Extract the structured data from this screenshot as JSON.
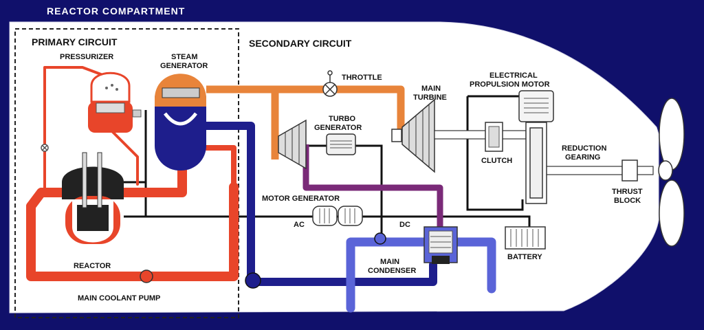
{
  "header": {
    "compartment_title": "REACTOR COMPARTMENT"
  },
  "sections": {
    "primary_title": "PRIMARY CIRCUIT",
    "secondary_title": "SECONDARY CIRCUIT"
  },
  "labels": {
    "pressurizer": "PRESSURIZER",
    "steam_line1": "STEAM",
    "steam_line2": "GENERATOR",
    "throttle": "THROTTLE",
    "main_turbine_line1": "MAIN",
    "main_turbine_line2": "TURBINE",
    "epm_line1": "ELECTRICAL",
    "epm_line2": "PROPULSION MOTOR",
    "turbo_line1": "TURBO",
    "turbo_line2": "GENERATOR",
    "clutch": "CLUTCH",
    "reduction_line1": "REDUCTION",
    "reduction_line2": "GEARING",
    "thrust_line1": "THRUST",
    "thrust_line2": "BLOCK",
    "motor_generator": "MOTOR GENERATOR",
    "ac": "AC",
    "dc": "DC",
    "reactor": "REACTOR",
    "main_condenser_line1": "MAIN",
    "main_condenser_line2": "CONDENSER",
    "battery": "BATTERY",
    "main_coolant_pump": "MAIN COOLANT PUMP"
  },
  "colors": {
    "background": "#10106b",
    "hull": "#ffffff",
    "primary_loop": "#e8452a",
    "steam": "#e8843a",
    "condensate": "#1e1e8c",
    "cooling_water": "#5a64d8",
    "exhaust": "#7a2a78",
    "electric": "#111111"
  }
}
